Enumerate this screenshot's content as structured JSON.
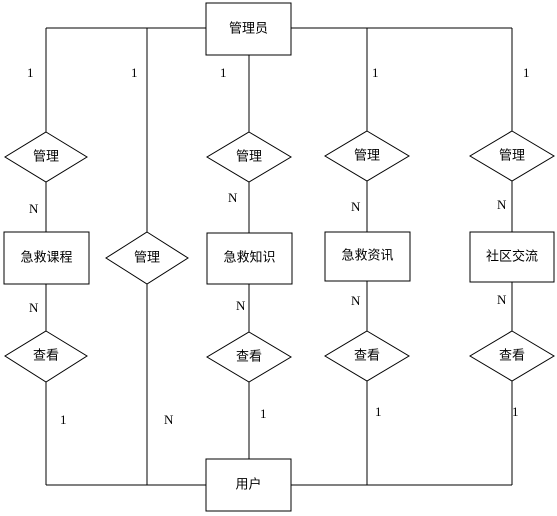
{
  "entities": {
    "admin": "管理员",
    "user": "用户",
    "course": "急救课程",
    "knowledge": "急救知识",
    "news": "急救资讯",
    "community": "社区交流"
  },
  "relationships": {
    "manage": "管理",
    "view": "查看"
  },
  "cardinality": {
    "one": "1",
    "many": "N"
  }
}
